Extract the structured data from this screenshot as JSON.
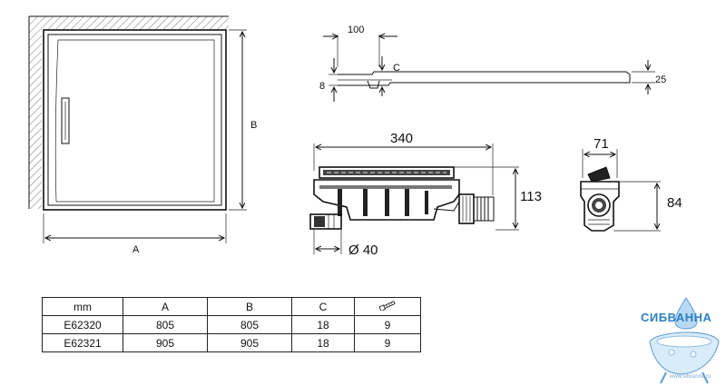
{
  "drawing": {
    "plan_dims": {
      "width": "A",
      "height": "B"
    },
    "profile_dims": {
      "offset": "100",
      "c": "C",
      "left_h": "8",
      "right_h": "25"
    },
    "trap_dims": {
      "length": "340",
      "height": "113",
      "diameter": "Ø 40"
    },
    "side_dims": {
      "width": "71",
      "height": "84"
    }
  },
  "table": {
    "headers": [
      "mm",
      "A",
      "B",
      "C"
    ],
    "header_icon": "bolt-icon",
    "rows": [
      [
        "E62320",
        "805",
        "805",
        "18",
        "9"
      ],
      [
        "E62321",
        "905",
        "905",
        "18",
        "9"
      ]
    ]
  },
  "logo": {
    "name": "СИБВАННА",
    "url": "www.sibvanna.ru"
  },
  "colors": {
    "lines": "#111111",
    "hatch": "#777777",
    "logo_blue": "#2b7fc6",
    "logo_light": "#b8d9f3"
  }
}
